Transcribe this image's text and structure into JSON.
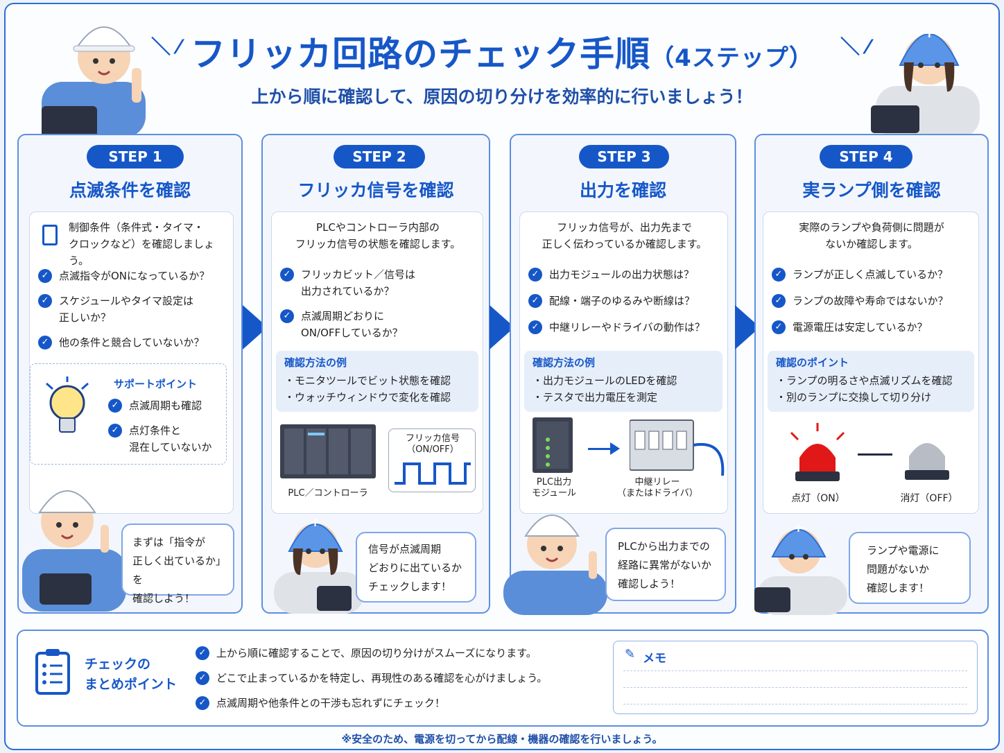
{
  "header": {
    "title_main": "フリッカ回路のチェック手順",
    "title_sub": "（4ステップ）",
    "subtitle": "上から順に確認して、原因の切り分けを効率的に行いましょう！"
  },
  "steps": [
    {
      "badge": "STEP 1",
      "heading": "点滅条件を確認",
      "intro": [
        "制御条件（条件式・タイマ・",
        "クロックなど）を確認しましょう。"
      ],
      "checks": [
        [
          "点滅指令がONになっているか？"
        ],
        [
          "スケジュールやタイマ設定は",
          "正しいか？"
        ],
        [
          "他の条件と競合していないか？"
        ]
      ],
      "support": {
        "title": "サポートポイント",
        "items": [
          [
            "点滅周期も確認"
          ],
          [
            "点灯条件と",
            "混在していないか"
          ]
        ]
      },
      "bubble": [
        "まずは「指令が",
        "正しく出ているか」を",
        "確認しよう！"
      ]
    },
    {
      "badge": "STEP 2",
      "heading": "フリッカ信号を確認",
      "intro": [
        "PLCやコントローラ内部の",
        "フリッカ信号の状態を確認します。"
      ],
      "checks": [
        [
          "フリッカビット／信号は",
          "出力されているか？"
        ],
        [
          "点滅周期どおりに",
          "ON/OFFしているか？"
        ]
      ],
      "method": {
        "title": "確認方法の例",
        "items": [
          "・モニタツールでビット状態を確認",
          "・ウォッチウィンドウで変化を確認"
        ]
      },
      "img_labels": {
        "plc": "PLC／コントローラ",
        "signal_1": "フリッカ信号",
        "signal_2": "（ON/OFF）"
      },
      "bubble": [
        "信号が点滅周期",
        "どおりに出ているか",
        "チェックします！"
      ]
    },
    {
      "badge": "STEP 3",
      "heading": "出力を確認",
      "intro": [
        "フリッカ信号が、出力先まで",
        "正しく伝わっているか確認します。"
      ],
      "checks": [
        [
          "出力モジュールの出力状態は？"
        ],
        [
          "配線・端子のゆるみや断線は？"
        ],
        [
          "中継リレーやドライバの動作は？"
        ]
      ],
      "method": {
        "title": "確認方法の例",
        "items": [
          "・出力モジュールのLEDを確認",
          "・テスタで出力電圧を測定"
        ]
      },
      "img_labels": {
        "module_1": "PLC出力",
        "module_2": "モジュール",
        "relay_1": "中継リレー",
        "relay_2": "（またはドライバ）"
      },
      "bubble": [
        "PLCから出力までの",
        "経路に異常がないか",
        "確認しよう！"
      ]
    },
    {
      "badge": "STEP 4",
      "heading": "実ランプ側を確認",
      "intro": [
        "実際のランプや負荷側に問題が",
        "ないか確認します。"
      ],
      "checks": [
        [
          "ランプが正しく点滅しているか？"
        ],
        [
          "ランプの故障や寿命ではないか？"
        ],
        [
          "電源電圧は安定しているか？"
        ]
      ],
      "method": {
        "title": "確認のポイント",
        "items": [
          "・ランプの明るさや点滅リズムを確認",
          "・別のランプに交換して切り分け"
        ]
      },
      "img_labels": {
        "on": "点灯（ON）",
        "off": "消灯（OFF）"
      },
      "bubble": [
        "ランプや電源に",
        "問題がないか",
        "確認します！"
      ]
    }
  ],
  "summary": {
    "title_1": "チェックの",
    "title_2": "まとめポイント",
    "items": [
      "上から順に確認することで、原因の切り分けがスムーズになります。",
      "どこで止まっているかを特定し、再現性のある確認を心がけましょう。",
      "点滅周期や他条件との干渉も忘れずにチェック！"
    ],
    "memo_label": "メモ"
  },
  "footer": "※安全のため、電源を切ってから配線・機器の確認を行いましょう。",
  "colors": {
    "accent": "#1657c8",
    "border": "#5b8fe0",
    "lamp_on": "#e01818",
    "lamp_off": "#b8bcc4"
  }
}
